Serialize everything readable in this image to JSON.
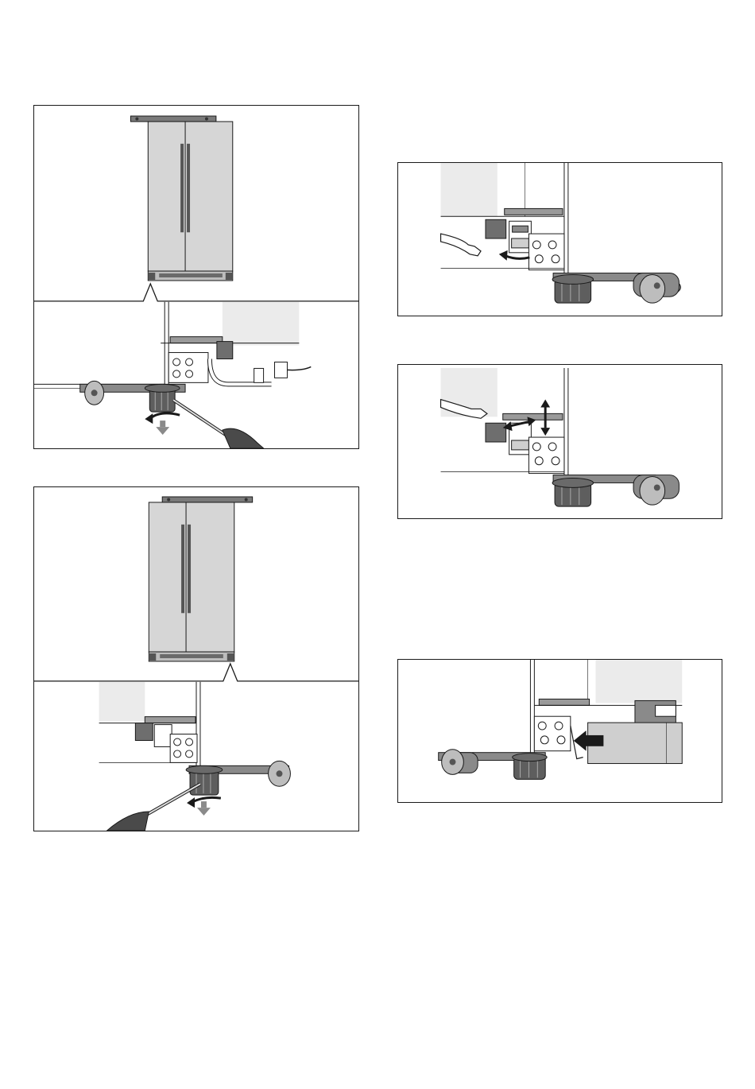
{
  "document": {
    "type": "installation-manual-page",
    "figures": [
      {
        "id": "fig-1",
        "subject": "fridge-front-left-foot-adjust",
        "icons": [
          "fridge-icon",
          "screwdriver-icon",
          "rotate-arrow-icon",
          "down-arrow-icon"
        ]
      },
      {
        "id": "fig-2",
        "subject": "fridge-front-right-foot-adjust",
        "icons": [
          "fridge-icon",
          "screwdriver-icon",
          "rotate-arrow-icon",
          "down-arrow-icon"
        ]
      },
      {
        "id": "fig-3",
        "subject": "wrench-loosen-nut",
        "icons": [
          "wrench-icon",
          "rotate-arrow-icon"
        ]
      },
      {
        "id": "fig-4",
        "subject": "wrench-adjust-height",
        "icons": [
          "wrench-icon",
          "double-arrow-icon"
        ]
      },
      {
        "id": "fig-5",
        "subject": "push-bracket",
        "icons": [
          "push-arrow-icon"
        ]
      }
    ],
    "colors": {
      "line": "#1a1a1a",
      "fridge": "#d9d9d9",
      "dark": "#6e6e6e",
      "mid": "#a9a9a9",
      "light": "#ebebeb"
    }
  }
}
